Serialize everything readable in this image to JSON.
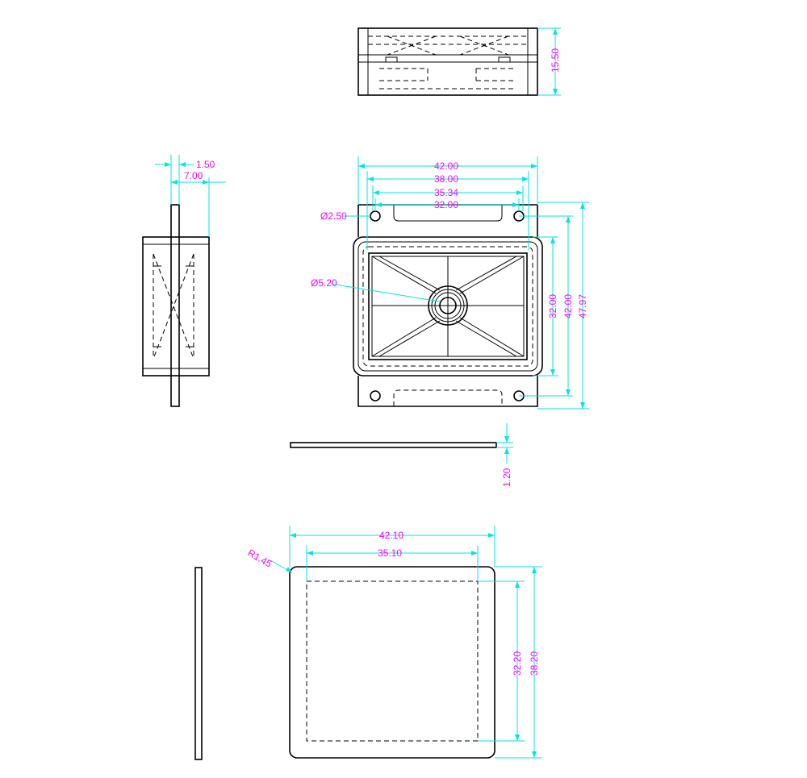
{
  "colors": {
    "line": "#000000",
    "dimension_line": "#00e5e5",
    "dimension_text": "#ff00ff",
    "background": "#ffffff"
  },
  "top_view": {
    "height": "15.50"
  },
  "side_view": {
    "flange_thickness": "1.50",
    "flange_offset": "7.00"
  },
  "front_view": {
    "width_outer": "42.00",
    "width_38": "38.00",
    "width_3534": "35.34",
    "width_32": "32.00",
    "hole_dia": "Ø2.50",
    "center_hole_dia": "Ø5.20",
    "height_32": "32.00",
    "height_42": "42.00",
    "height_total": "47.97"
  },
  "plate_edge_view": {
    "thickness": "1.20"
  },
  "plate_view": {
    "corner_radius": "R1.45",
    "width_outer": "42.10",
    "width_inner": "35.10",
    "height_inner": "32.20",
    "height_outer": "38.20"
  }
}
